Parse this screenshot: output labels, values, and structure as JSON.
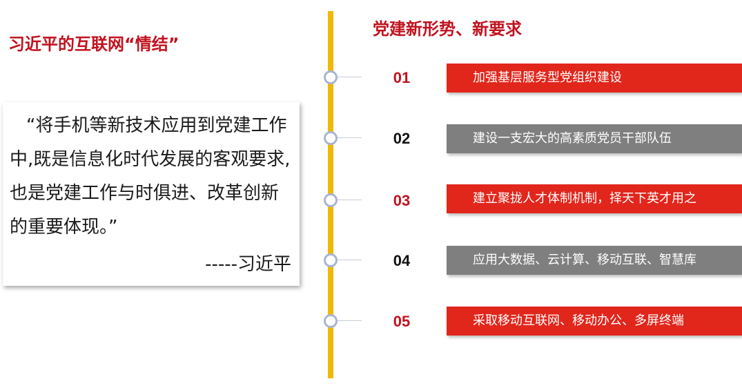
{
  "left": {
    "title": "习近平的互联网“情结”",
    "quote": "“将手机等新技术应用到党建工作中,既是信息化时代发展的客观要求,也是党建工作与时俱进、改革创新的重要体现。”",
    "author": "-----习近平"
  },
  "right": {
    "title": "党建新形势、新要求",
    "items": [
      {
        "num": "01",
        "text": "加强基层服务型党组织建设",
        "num_color": "#c1121f",
        "bar_color": "#e1261c"
      },
      {
        "num": "02",
        "text": "建设一支宏大的高素质党员干部队伍",
        "num_color": "#111111",
        "bar_color": "#7f7f7f"
      },
      {
        "num": "03",
        "text": "建立聚拢人才体制机制，择天下英才用之",
        "num_color": "#c1121f",
        "bar_color": "#e1261c"
      },
      {
        "num": "04",
        "text": "应用大数据、云计算、移动互联、智慧库",
        "num_color": "#111111",
        "bar_color": "#7f7f7f"
      },
      {
        "num": "05",
        "text": "采取移动互联网、移动办公、多屏终端",
        "num_color": "#c1121f",
        "bar_color": "#e1261c"
      }
    ]
  },
  "colors": {
    "accent_red": "#c1121f",
    "timeline_yellow": "#f2b705"
  }
}
